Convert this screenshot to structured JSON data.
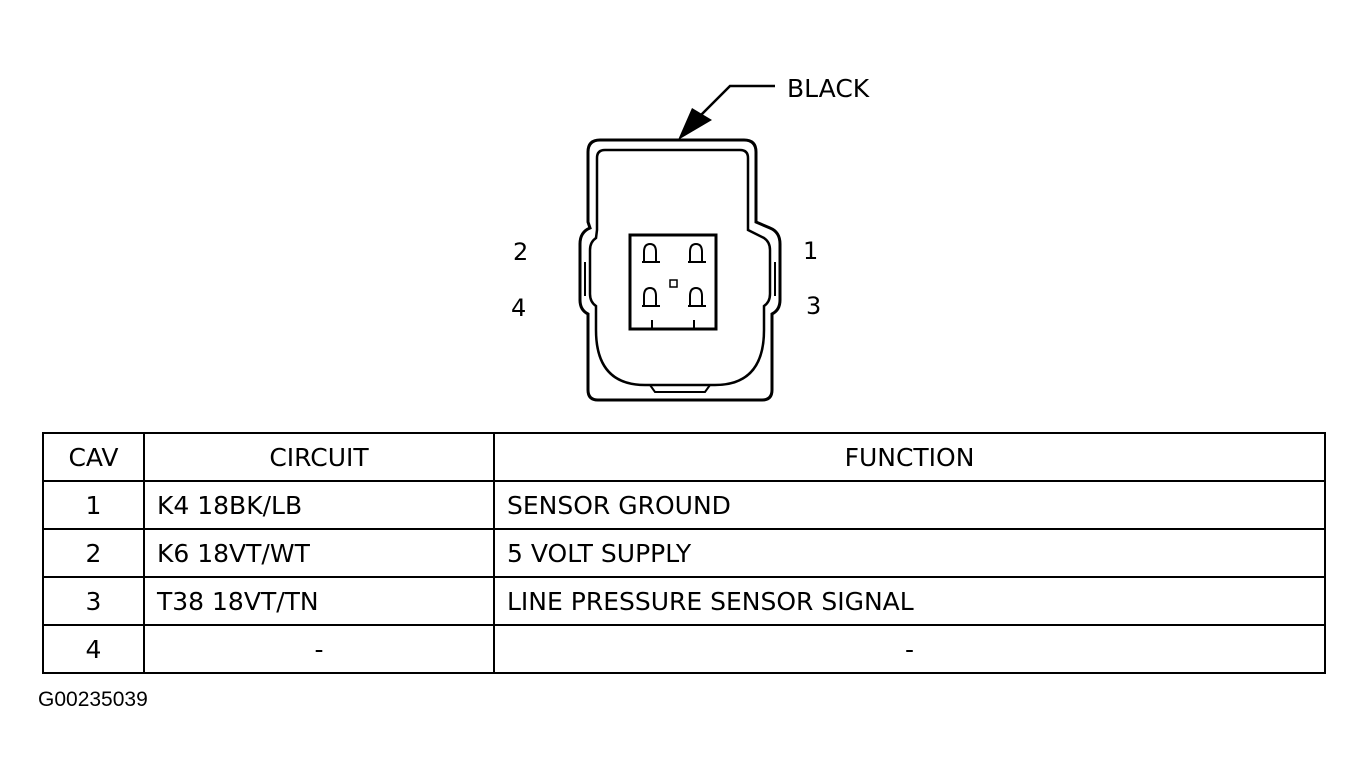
{
  "connector": {
    "color_label": "BLACK",
    "pins": [
      {
        "label": "1"
      },
      {
        "label": "2"
      },
      {
        "label": "3"
      },
      {
        "label": "4"
      }
    ]
  },
  "table": {
    "headers": {
      "cav": "CAV",
      "circuit": "CIRCUIT",
      "function": "FUNCTION"
    },
    "rows": [
      {
        "cav": "1",
        "circuit": "K4 18BK/LB",
        "function": "SENSOR GROUND"
      },
      {
        "cav": "2",
        "circuit": "K6 18VT/WT",
        "function": "5 VOLT SUPPLY"
      },
      {
        "cav": "3",
        "circuit": "T38 18VT/TN",
        "function": "LINE PRESSURE SENSOR SIGNAL"
      },
      {
        "cav": "4",
        "circuit": "-",
        "function": "-"
      }
    ]
  },
  "reference_code": "G00235039"
}
